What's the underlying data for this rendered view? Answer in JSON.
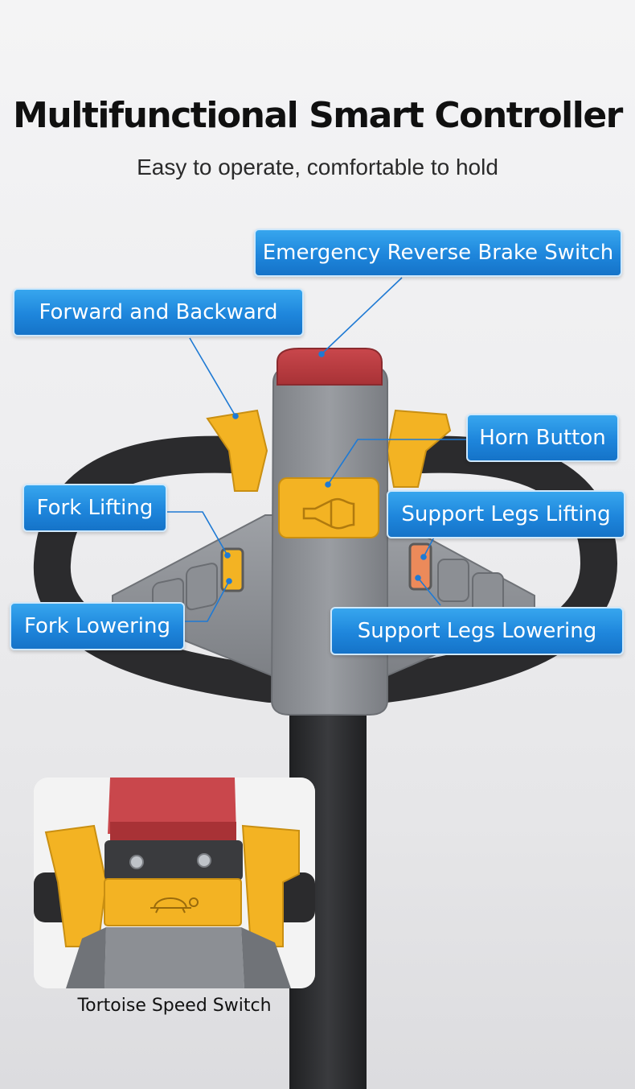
{
  "header": {
    "title": "Multifunctional Smart Controller",
    "subtitle": "Easy to operate, comfortable to hold"
  },
  "callouts": {
    "emergency": "Emergency Reverse Brake Switch",
    "forward_backward": "Forward and Backward",
    "horn": "Horn Button",
    "fork_lifting": "Fork Lifting",
    "support_lifting": "Support Legs Lifting",
    "fork_lowering": "Fork Lowering",
    "support_lowering": "Support Legs Lowering"
  },
  "inset": {
    "caption": "Tortoise Speed Switch"
  },
  "colors": {
    "callout_blue": "#1e86dc",
    "housing_gray": "#8a8d92",
    "button_yellow": "#f3b323",
    "brake_red": "#c9464a",
    "handle_black": "#2b2b2d"
  },
  "icons": [
    "horn-icon",
    "tortoise-icon"
  ]
}
